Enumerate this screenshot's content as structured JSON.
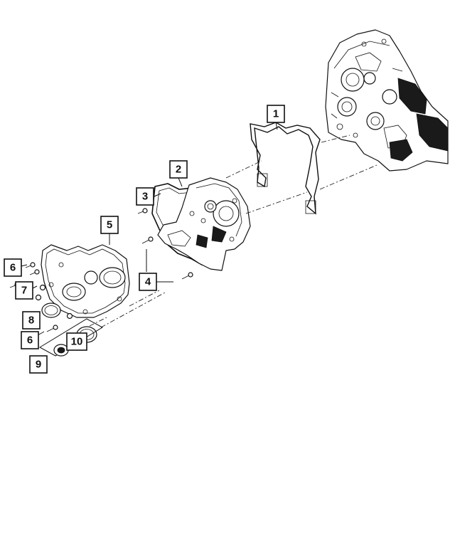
{
  "callouts": [
    {
      "id": "1",
      "label": "1"
    },
    {
      "id": "2",
      "label": "2"
    },
    {
      "id": "3",
      "label": "3"
    },
    {
      "id": "4",
      "label": "4"
    },
    {
      "id": "5",
      "label": "5"
    },
    {
      "id": "6a",
      "label": "6"
    },
    {
      "id": "7",
      "label": "7"
    },
    {
      "id": "8",
      "label": "8"
    },
    {
      "id": "6b",
      "label": "6"
    },
    {
      "id": "10",
      "label": "10"
    },
    {
      "id": "9",
      "label": "9"
    }
  ],
  "colors": {
    "line": "#111111",
    "background": "#ffffff"
  }
}
